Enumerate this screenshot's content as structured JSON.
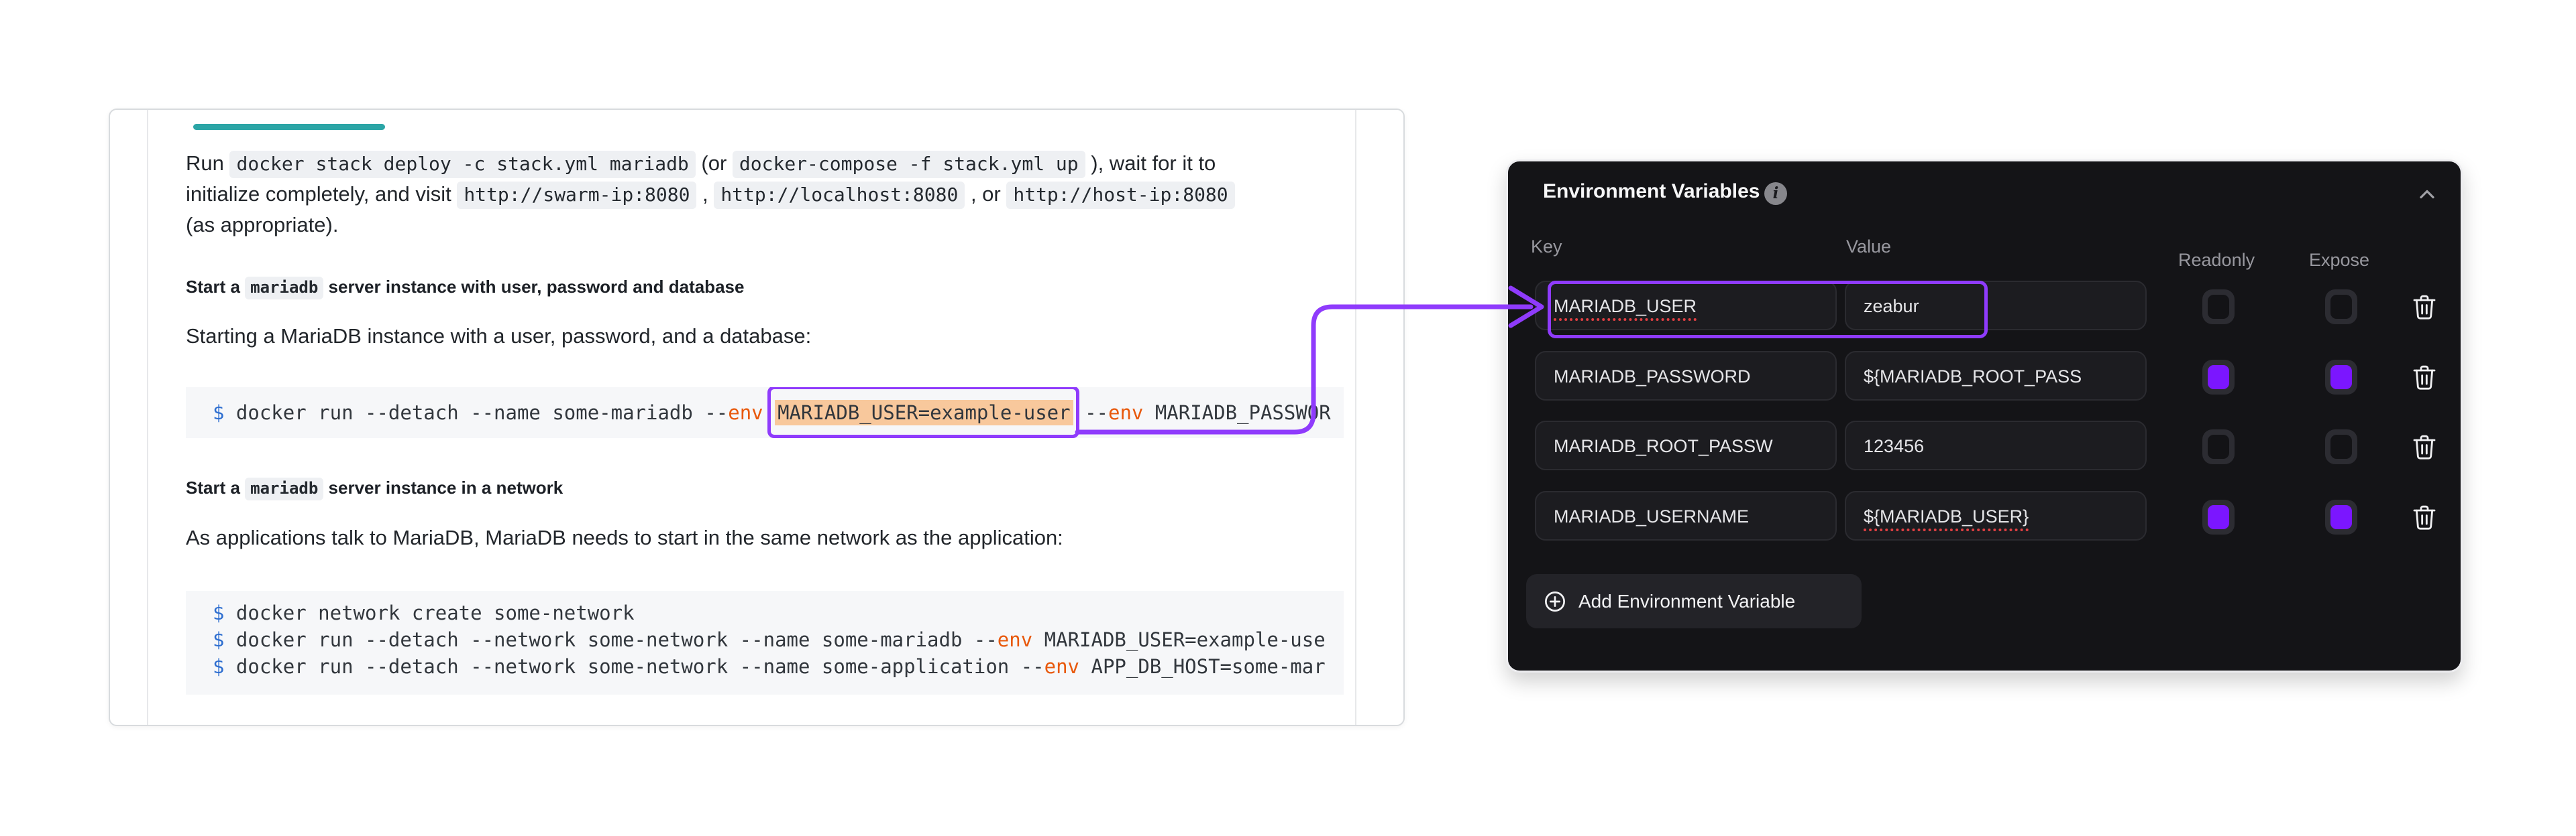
{
  "colors": {
    "annotation_purple": "#8f3bfc",
    "checkbox_purple": "#7b16ff",
    "tab_teal": "#2ba5a6",
    "code_highlight_bg": "#f8c89c",
    "spellcheck_red": "#e04043"
  },
  "doc": {
    "rich": {
      "p1_l1": [
        {
          "t": "Run "
        },
        {
          "t": "docker stack deploy -c stack.yml mariadb",
          "c": "icode"
        },
        {
          "t": " (or "
        },
        {
          "t": "docker-compose -f stack.yml up",
          "c": "icode"
        },
        {
          "t": " ), wait for it to"
        }
      ],
      "p1_l2": [
        {
          "t": "initialize completely, and visit "
        },
        {
          "t": "http://swarm-ip:8080",
          "c": "icode"
        },
        {
          "t": " , "
        },
        {
          "t": "http://localhost:8080",
          "c": "icode"
        },
        {
          "t": " , or "
        },
        {
          "t": "http://host-ip:8080",
          "c": "icode"
        }
      ],
      "p1_l3": [
        {
          "t": "(as appropriate)."
        }
      ],
      "h1": [
        {
          "t": "Start a "
        },
        {
          "t": "mariadb",
          "c": "icode"
        },
        {
          "t": " server instance with user, password and database"
        }
      ],
      "p2": [
        {
          "t": "Starting a MariaDB instance with a user, password, and a database:"
        }
      ],
      "h2": [
        {
          "t": "Start a "
        },
        {
          "t": "mariadb",
          "c": "icode"
        },
        {
          "t": " server instance in a network"
        }
      ],
      "p3": [
        {
          "t": "As applications talk to MariaDB, MariaDB needs to start in the same network as the application:"
        }
      ],
      "code1_l1": [
        {
          "t": "$",
          "c": "blue"
        },
        {
          "t": " docker run --detach --name some-mariadb "
        },
        {
          "t": "--"
        },
        {
          "t": "env",
          "c": "orange"
        },
        {
          "t": " "
        },
        {
          "t": "MARIADB_USER=example-user",
          "c": "hl"
        },
        {
          "t": " "
        },
        {
          "t": "--"
        },
        {
          "t": "env",
          "c": "orange"
        },
        {
          "t": " MARIADB_PASSWOR"
        }
      ],
      "code2_l1": [
        {
          "t": "$",
          "c": "blue"
        },
        {
          "t": " docker network create some-network"
        }
      ],
      "code2_l2": [
        {
          "t": "$",
          "c": "blue"
        },
        {
          "t": " docker run --detach --network some-network --name some-mariadb "
        },
        {
          "t": "--"
        },
        {
          "t": "env",
          "c": "orange"
        },
        {
          "t": " MARIADB_USER=example-use"
        }
      ],
      "code2_l3": [
        {
          "t": "$",
          "c": "blue"
        },
        {
          "t": " docker run --detach --network some-network --name some-application "
        },
        {
          "t": "--"
        },
        {
          "t": "env",
          "c": "orange"
        },
        {
          "t": " APP_DB_HOST=some-mar"
        }
      ]
    }
  },
  "env_panel": {
    "title": "Environment Variables",
    "info_icon": "info-circle",
    "collapse_icon": "chevron-up",
    "columns": {
      "key": "Key",
      "value": "Value",
      "readonly": "Readonly",
      "expose": "Expose"
    },
    "rows": [
      {
        "key": "MARIADB_USER",
        "value": "zeabur",
        "readonly": false,
        "expose": false,
        "key_misspelled": true,
        "value_misspelled": false
      },
      {
        "key": "MARIADB_PASSWORD",
        "value": "${MARIADB_ROOT_PASS",
        "readonly": true,
        "expose": true,
        "key_misspelled": false,
        "value_misspelled": false
      },
      {
        "key": "MARIADB_ROOT_PASSW",
        "value": "123456",
        "readonly": false,
        "expose": false,
        "key_misspelled": false,
        "value_misspelled": false
      },
      {
        "key": "MARIADB_USERNAME",
        "value": "${MARIADB_USER}",
        "readonly": true,
        "expose": true,
        "key_misspelled": false,
        "value_misspelled": true
      }
    ],
    "add_button": "Add Environment Variable",
    "delete_icon": "trash"
  }
}
